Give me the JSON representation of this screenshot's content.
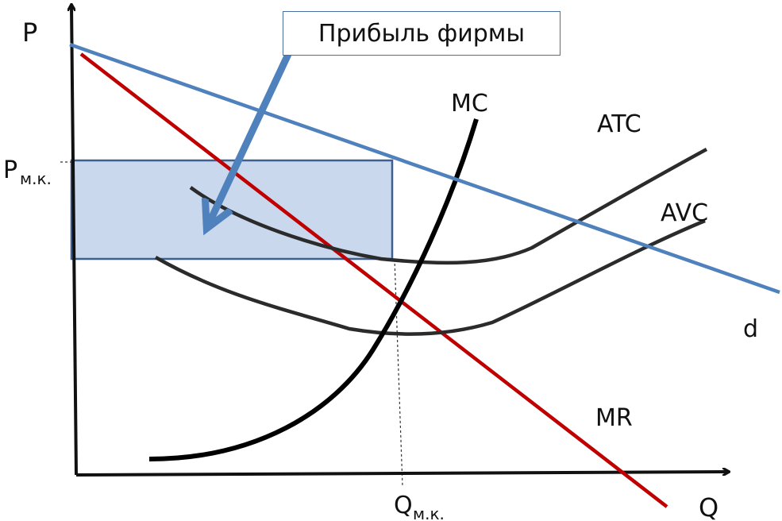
{
  "axes": {
    "y_label": "P",
    "x_label": "Q"
  },
  "price_label": {
    "main": "P",
    "sub": "м.к."
  },
  "quantity_label": {
    "main": "Q",
    "sub": "м.к."
  },
  "curves": {
    "mc": "MC",
    "atc": "ATC",
    "avc": "AVC",
    "demand": "d",
    "mr": "MR"
  },
  "callout": {
    "text": "Прибыль фирмы"
  },
  "colors": {
    "demand": "#4f81bd",
    "mr": "#c00000",
    "cost_curves": "#2b2b2b",
    "profit_fill": "#c9d8ec",
    "profit_border": "#3f5f8f",
    "axes": "#111111"
  }
}
